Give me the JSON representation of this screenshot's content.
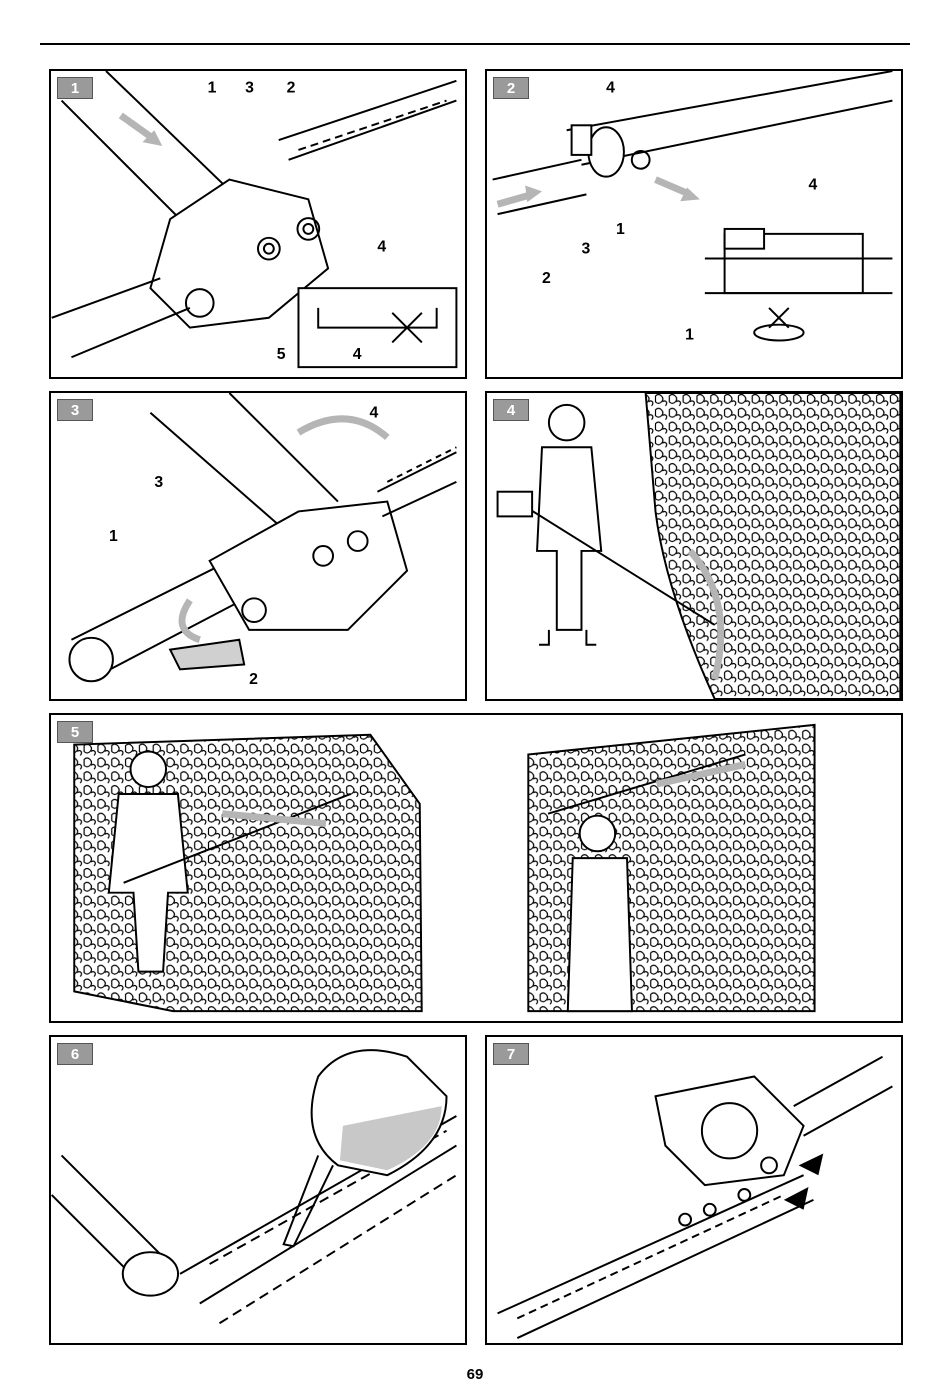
{
  "page": {
    "number": "69"
  },
  "panels": [
    {
      "id": "1",
      "label": "1",
      "callouts": [
        "1",
        "3",
        "2",
        "4",
        "5",
        "4"
      ]
    },
    {
      "id": "2",
      "label": "2",
      "callouts": [
        "4",
        "4",
        "1",
        "3",
        "2",
        "1"
      ]
    },
    {
      "id": "3",
      "label": "3",
      "callouts": [
        "4",
        "3",
        "1",
        "2"
      ]
    },
    {
      "id": "4",
      "label": "4",
      "callouts": []
    },
    {
      "id": "5",
      "label": "5",
      "callouts": []
    },
    {
      "id": "6",
      "label": "6",
      "callouts": []
    },
    {
      "id": "7",
      "label": "7",
      "callouts": []
    }
  ],
  "colors": {
    "badge": "#9a9a9a",
    "arrow": "#b5b5b5",
    "ink": "#000000",
    "oil": "#c8c8c8"
  }
}
